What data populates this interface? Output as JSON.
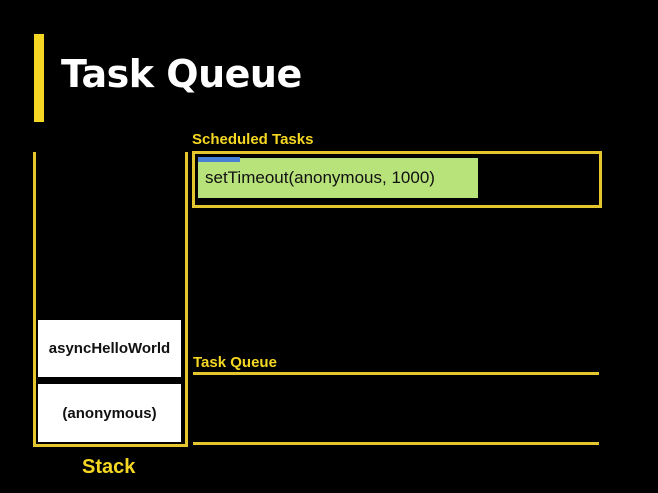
{
  "title": "Task Queue",
  "colors": {
    "accent": "#f5d723",
    "border": "#e3c62e",
    "task_bg": "#b8e27a",
    "progress": "#4a7fd8",
    "background": "#000000"
  },
  "stack": {
    "label": "Stack",
    "frames": [
      "asyncHelloWorld",
      "(anonymous)"
    ]
  },
  "scheduled_tasks": {
    "label": "Scheduled Tasks",
    "tasks": [
      {
        "label": "setTimeout(anonymous, 1000)",
        "progress": 0.15
      }
    ]
  },
  "task_queue": {
    "label": "Task Queue",
    "items": []
  }
}
